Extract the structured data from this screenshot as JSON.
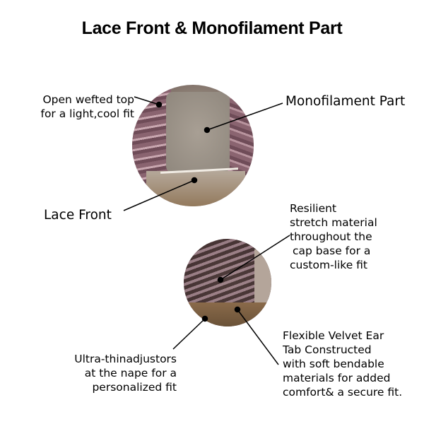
{
  "title": "Lace Front & Monofilament Part",
  "labels": {
    "open_wefted": [
      "Open wefted top",
      "for a light,cool fit"
    ],
    "monofilament": "Monofilament Part",
    "lace_front": "Lace Front",
    "resilient": [
      "Resilient",
      "stretch material",
      "throughout the",
      "cap base for a",
      "custom-like fit"
    ],
    "ultra_thin": [
      "Ultra-thinadjustors",
      "at the nape for a",
      "personalized fit"
    ],
    "flexible": [
      "Flexible Velvet Ear",
      "Tab Constructed",
      "with soft bendable",
      "materials for added",
      "comfort& a secure fit."
    ]
  }
}
